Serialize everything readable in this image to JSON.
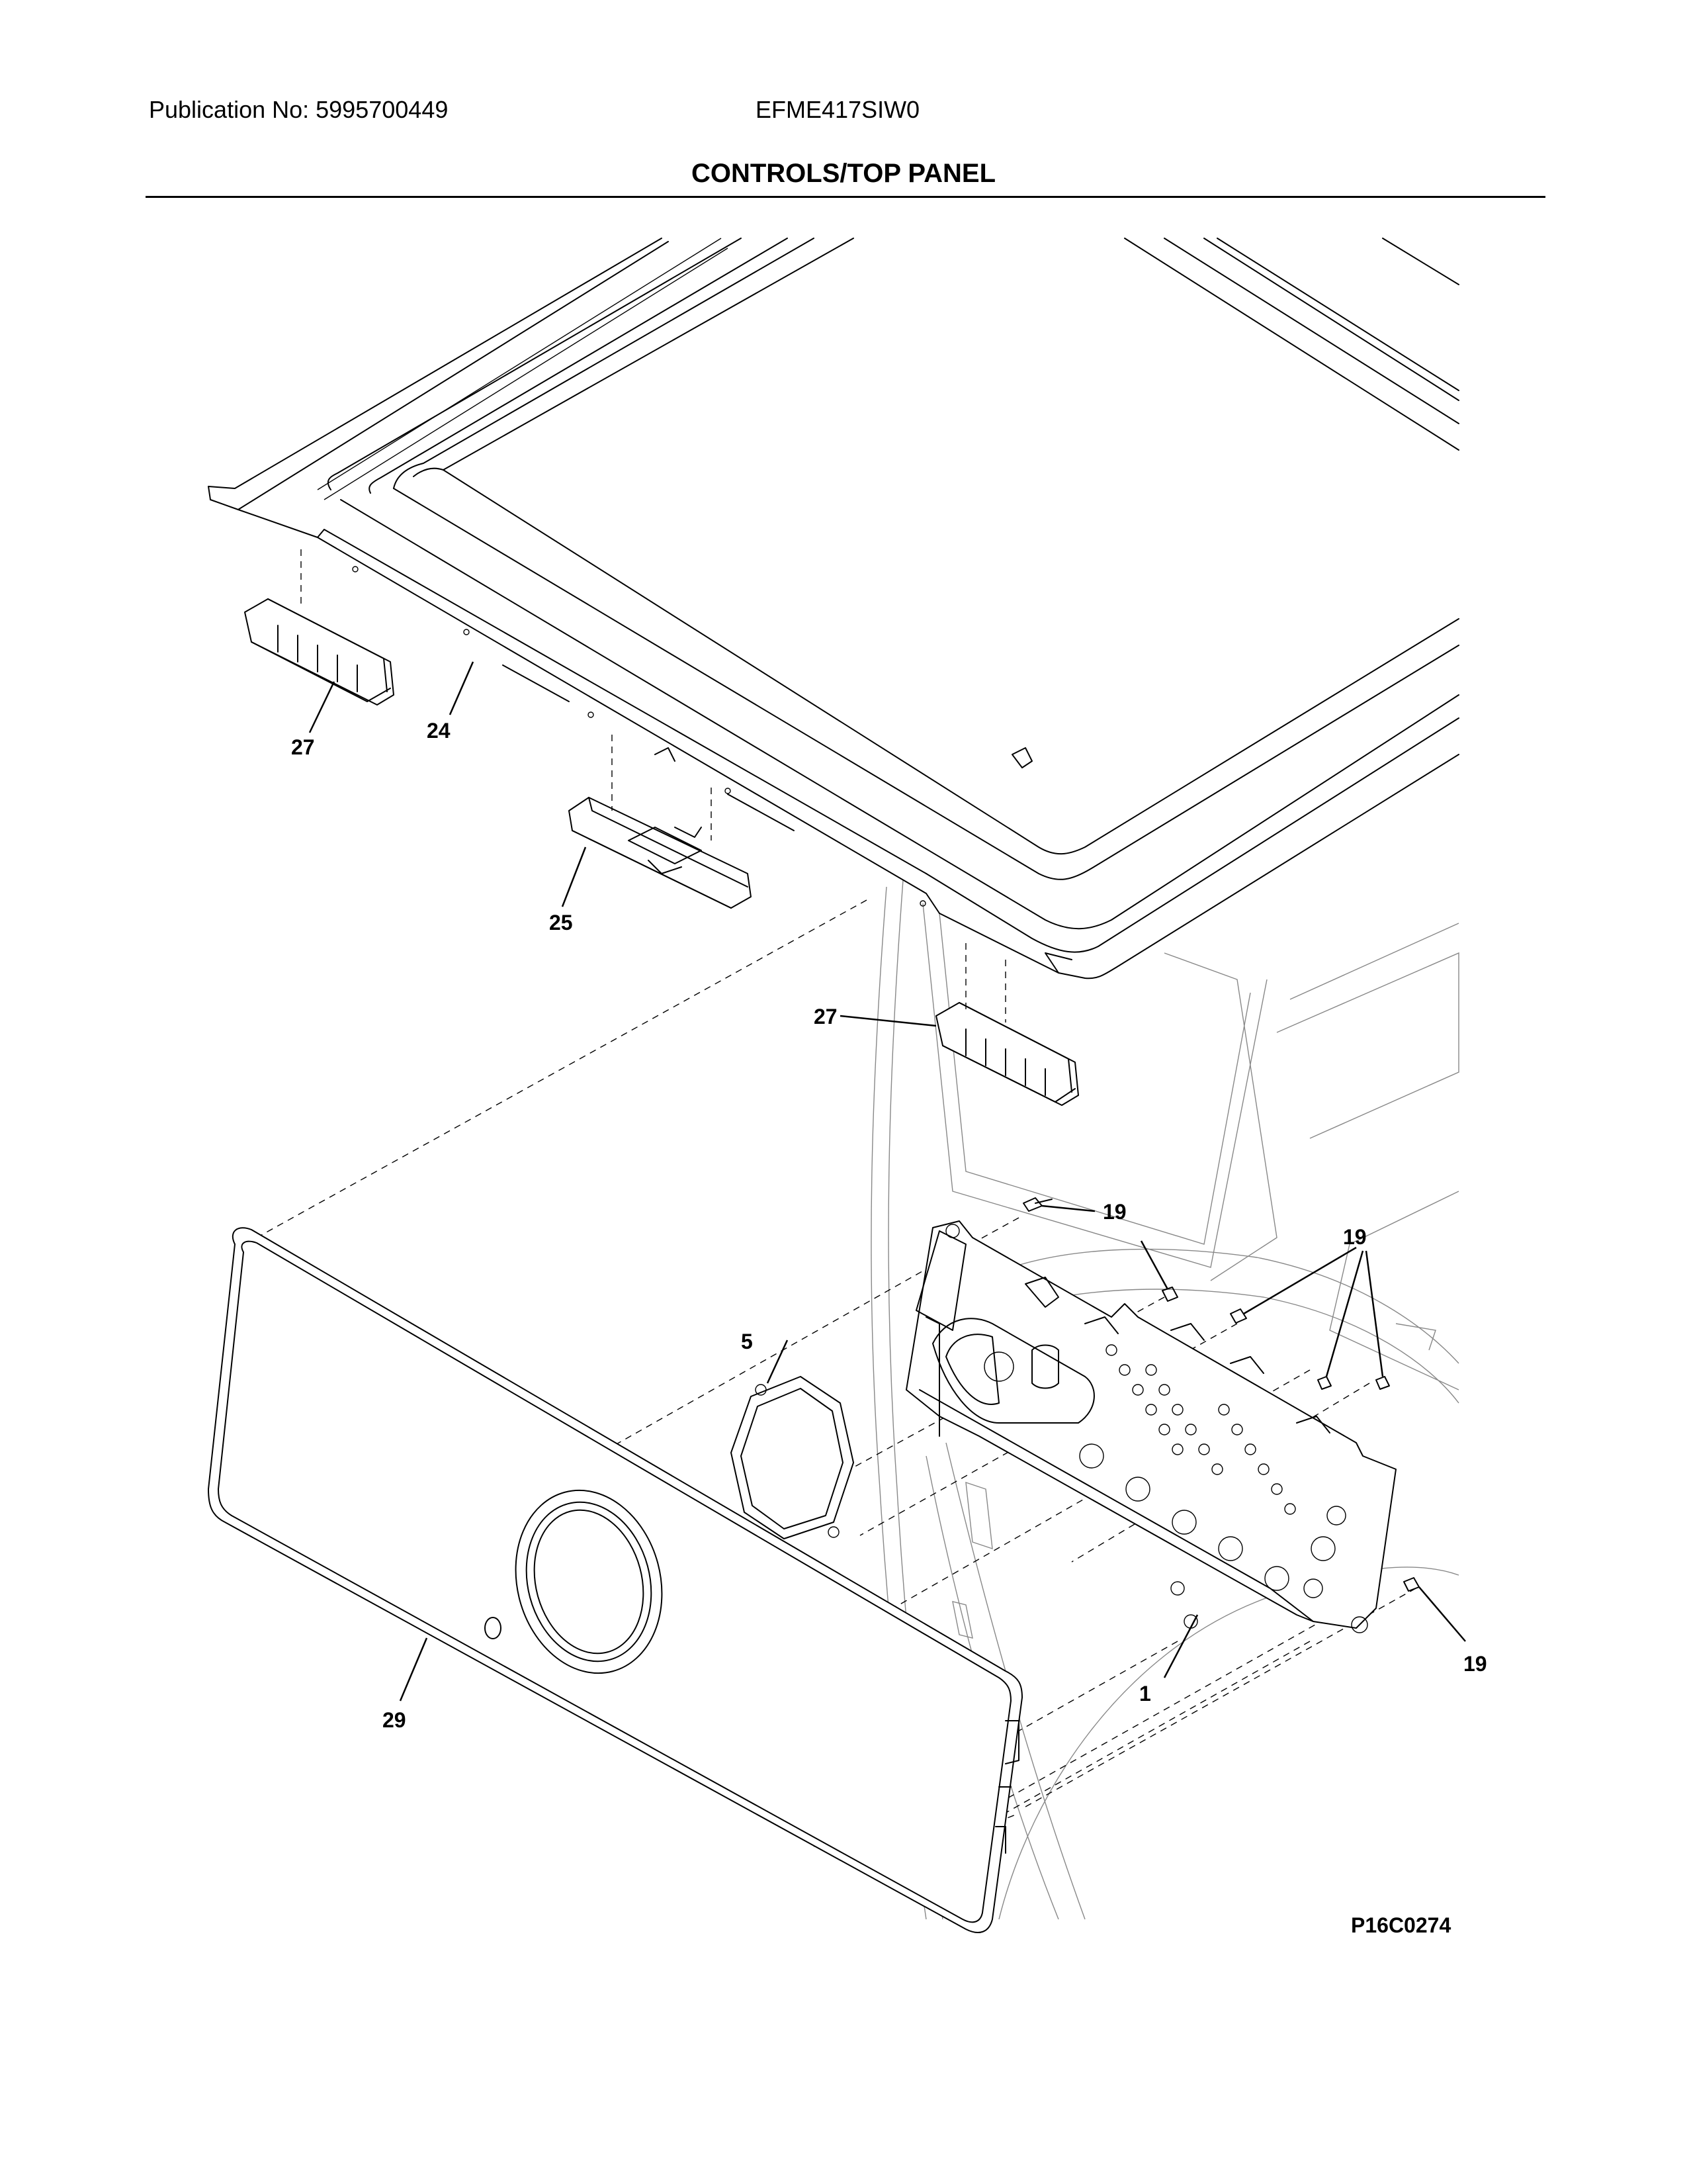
{
  "header": {
    "publication": "Publication No: 5995700449",
    "model": "EFME417SIW0",
    "title": "CONTROLS/TOP PANEL"
  },
  "callouts": {
    "c1": "1",
    "c5": "5",
    "c19a": "19",
    "c19b": "19",
    "c19c": "19",
    "c24": "24",
    "c25": "25",
    "c27a": "27",
    "c27b": "27",
    "c29": "29"
  },
  "diagram_code": "P16C0274"
}
